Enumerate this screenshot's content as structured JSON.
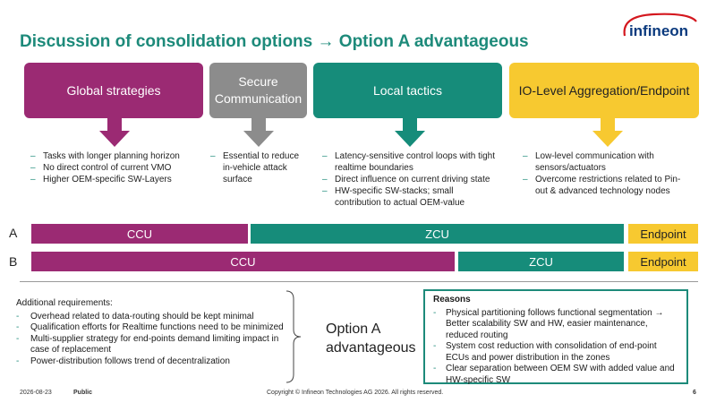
{
  "slide": {
    "title": "Discussion of consolidation options → Option A advantageous",
    "logo_text": "infineon",
    "colors": {
      "magenta": "#9b2a73",
      "gray": "#8c8c8c",
      "teal": "#168c7a",
      "yellow": "#f7c930",
      "title": "#1d8a7a"
    }
  },
  "columns": [
    {
      "label": "Global strategies",
      "icon": "down-arrow-magenta",
      "bullets": [
        "Tasks with longer planning horizon",
        "No direct control of current VMO",
        "Higher OEM-specific SW-Layers"
      ]
    },
    {
      "label_line1": "Secure",
      "label_line2": "Communication",
      "icon": "down-arrow-gray",
      "bullets": [
        "Essential to reduce in-vehicle attack surface"
      ]
    },
    {
      "label": "Local tactics",
      "icon": "down-arrow-teal",
      "bullets": [
        "Latency-sensitive control loops with tight realtime boundaries",
        "Direct influence on current driving state",
        "HW-specific SW-stacks; small contribution to actual OEM-value"
      ]
    },
    {
      "label": "IO-Level Aggregation/Endpoint",
      "icon": "down-arrow-yellow",
      "bullets": [
        "Low-level communication with sensors/actuators",
        "Overcome restrictions related to Pin-out & advanced technology nodes"
      ]
    }
  ],
  "options": [
    {
      "label": "A",
      "ccu": "CCU",
      "zcu": "ZCU",
      "endpoint": "Endpoint"
    },
    {
      "label": "B",
      "ccu": "CCU",
      "zcu": "ZCU",
      "endpoint": "Endpoint"
    }
  ],
  "additional": {
    "heading": "Additional requirements:",
    "items": [
      "Overhead related to data-routing should be kept minimal",
      "Qualification efforts for Realtime functions need to be minimized",
      "Multi-supplier strategy for end-points demand limiting impact in case of replacement",
      "Power-distribution follows trend of decentralization"
    ]
  },
  "conclusion": {
    "line1": "Option A",
    "line2": "advantageous"
  },
  "reasons": {
    "heading": "Reasons",
    "items": [
      "Physical partitioning follows functional segmentation → Better scalability SW and HW, easier maintenance, reduced routing",
      "System cost reduction with consolidation of end-point ECUs and power distribution in the zones",
      "Clear separation between OEM SW with added value and HW-specific SW"
    ]
  },
  "footer": {
    "date": "2026-08-23",
    "classification": "Public",
    "copyright": "Copyright © Infineon Technologies AG 2026. All rights reserved.",
    "page": "6"
  }
}
